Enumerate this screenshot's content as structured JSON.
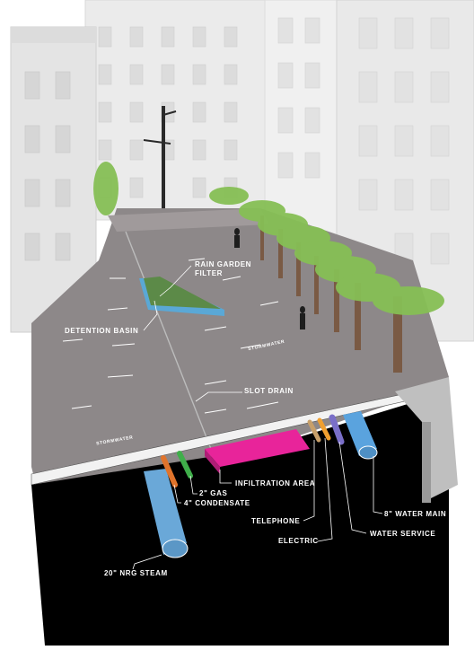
{
  "labels": {
    "rain_garden_line1": "RAIN GARDEN",
    "rain_garden_line2": "FILTER",
    "detention_basin": "DETENTION BASIN",
    "slot_drain": "SLOT DRAIN",
    "stormwater_1": "STORMWATER",
    "stormwater_2": "STORMWATER",
    "infiltration_area": "INFILTRATION AREA",
    "gas": "2\" GAS",
    "condensate": "4\" CONDENSATE",
    "telephone": "TELEPHONE",
    "electric": "ELECTRIC",
    "water_main": "8\" WATER MAIN",
    "water_service": "WATER SERVICE",
    "steam": "20\" NRG STEAM"
  },
  "colors": {
    "sky": "#ffffff",
    "buildings": "#e6e6e6",
    "pavement": "#8f8a8b",
    "ground": "#000000",
    "steam_pipe": "#6aa8d8",
    "water_main_pipe": "#5aa3de",
    "water_service_pipe": "#7a6fc8",
    "condensate_pipe": "#e0742c",
    "gas_pipe": "#3fae4a",
    "telephone_pipe": "#c8a06a",
    "electric_pipe": "#f0a030",
    "infiltration": "#e8249a",
    "trees": "#7cb84a"
  }
}
